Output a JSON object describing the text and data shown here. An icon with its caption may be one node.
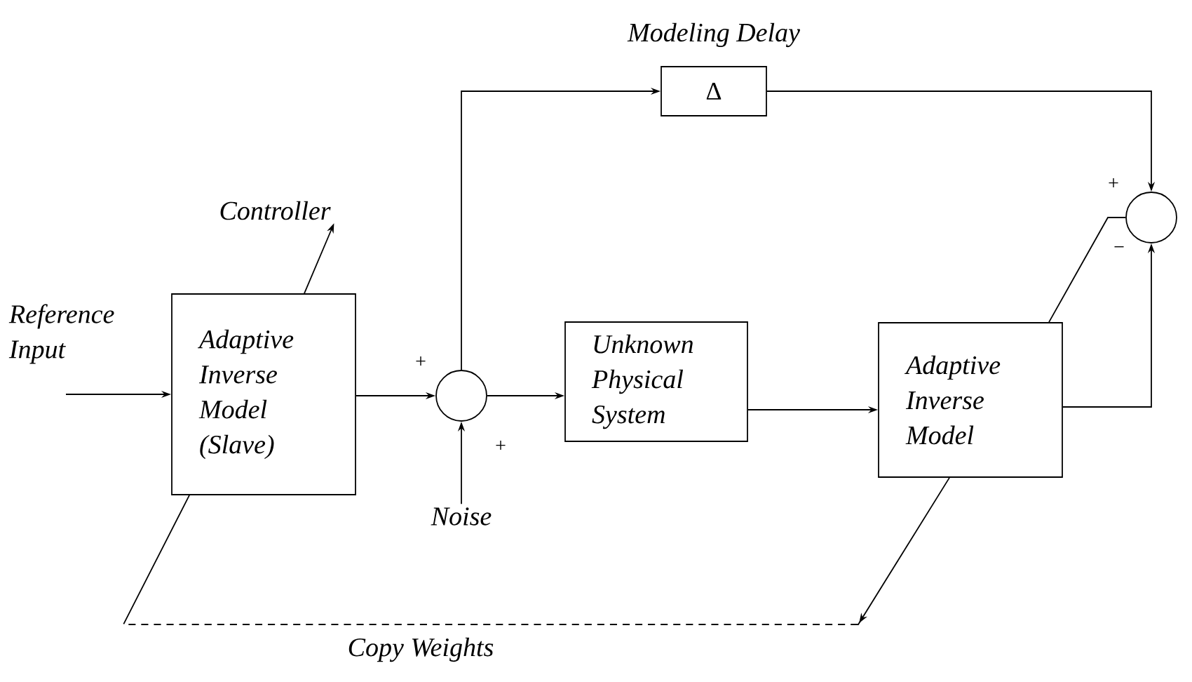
{
  "diagram": {
    "nodes": [
      {
        "text": [
          "Reference Input"
        ]
      },
      {
        "text": [
          "Adaptive Inverse Model (Slave)"
        ]
      },
      {
        "text": [],
        "shape": "circle"
      },
      {
        "text": [
          "Noise"
        ]
      },
      {
        "text": [
          "Unknown Physical System"
        ]
      },
      {
        "text": [
          "Adaptive Inverse Model"
        ]
      },
      {
        "text": [
          "Δ"
        ],
        "beside": [
          "Modeling Delay"
        ]
      },
      {
        "text": [],
        "shape": "circle"
      },
      {
        "text": [
          "Controller"
        ]
      }
    ],
    "edges": [
      {
        "from": 0,
        "to": 1,
        "arrow": "to"
      },
      {
        "from": 1,
        "to": 2,
        "arrow": "to"
      },
      {
        "from": 3,
        "to": 2,
        "arrow": "to"
      },
      {
        "from": 2,
        "to": 4,
        "arrow": "to"
      },
      {
        "from": 2,
        "to": 6,
        "arrow": "to"
      },
      {
        "from": 4,
        "to": 5,
        "arrow": "to"
      },
      {
        "from": 6,
        "to": 7,
        "arrow": "to"
      },
      {
        "from": 5,
        "to": 7,
        "arrow": "to"
      },
      {
        "from": 7,
        "to": 5,
        "arrow": "none"
      },
      {
        "from": 5,
        "to": 1,
        "arrow": "to",
        "label": "Copy Weights",
        "style": "dashed"
      },
      {
        "from": 1,
        "to": 8,
        "arrow": "to"
      }
    ],
    "labels": [
      "+",
      "−",
      "+",
      "+"
    ]
  }
}
